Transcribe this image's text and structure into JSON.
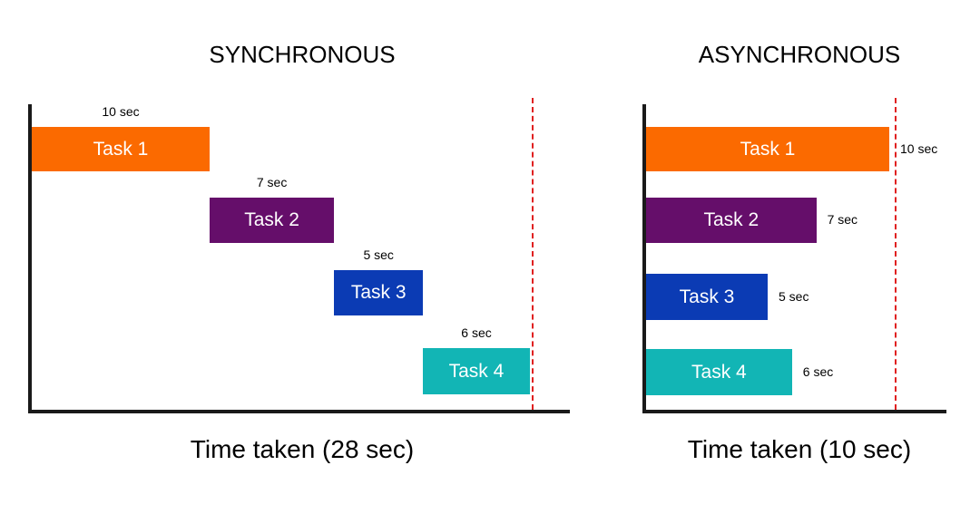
{
  "colors": {
    "task1": "#fb6a00",
    "task2": "#650e6a",
    "task3": "#0b3bb4",
    "task4": "#12b5b5",
    "deadline": "#e02020"
  },
  "unit_label": "sec",
  "synchronous": {
    "title": "SYNCHRONOUS",
    "footer": "Time taken (28 sec)",
    "tasks": [
      {
        "label": "Task 1",
        "start": 0,
        "duration": 10,
        "duration_label": "10 sec"
      },
      {
        "label": "Task 2",
        "start": 10,
        "duration": 7,
        "duration_label": "7 sec"
      },
      {
        "label": "Task 3",
        "start": 17,
        "duration": 5,
        "duration_label": "5 sec"
      },
      {
        "label": "Task 4",
        "start": 22,
        "duration": 6,
        "duration_label": "6 sec"
      }
    ]
  },
  "asynchronous": {
    "title": "ASYNCHRONOUS",
    "footer": "Time taken (10 sec)",
    "tasks": [
      {
        "label": "Task 1",
        "start": 0,
        "duration": 10,
        "duration_label": "10 sec"
      },
      {
        "label": "Task 2",
        "start": 0,
        "duration": 7,
        "duration_label": "7 sec"
      },
      {
        "label": "Task 3",
        "start": 0,
        "duration": 5,
        "duration_label": "5 sec"
      },
      {
        "label": "Task 4",
        "start": 0,
        "duration": 6,
        "duration_label": "6 sec"
      }
    ]
  }
}
